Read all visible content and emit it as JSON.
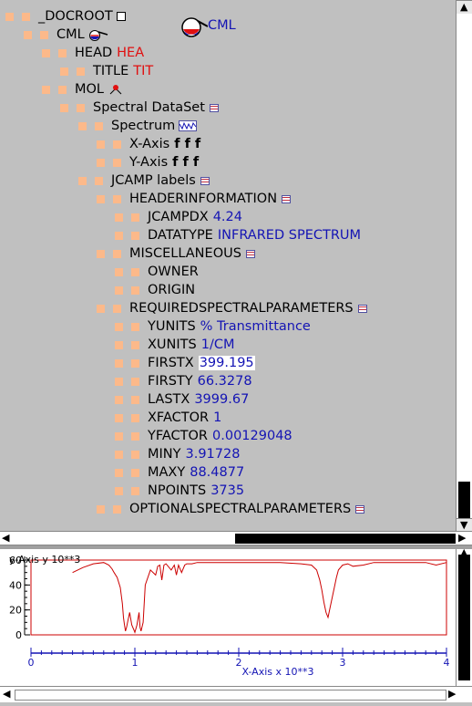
{
  "tree": {
    "rows": [
      {
        "depth": 0,
        "label": "_DOCROOT",
        "icon": "empty-square-icon"
      },
      {
        "depth": 1,
        "label": "CML",
        "icon": "flask-icon"
      },
      {
        "depth": 2,
        "label": "HEAD",
        "value": "HEA",
        "value_style": "red"
      },
      {
        "depth": 3,
        "label": "TITLE",
        "value": "TIT",
        "value_style": "red"
      },
      {
        "depth": 2,
        "label": "MOL",
        "icon": "molecule-icon"
      },
      {
        "depth": 3,
        "label": "Spectral DataSet",
        "icon": "list-icon"
      },
      {
        "depth": 4,
        "label": "Spectrum",
        "icon": "spectrum-icon"
      },
      {
        "depth": 5,
        "label": "X-Axis",
        "value": "f f f",
        "value_style": "bold"
      },
      {
        "depth": 5,
        "label": "Y-Axis",
        "value": "f f f",
        "value_style": "bold"
      },
      {
        "depth": 4,
        "label": "JCAMP labels",
        "icon": "list-icon"
      },
      {
        "depth": 5,
        "label": "HEADERINFORMATION",
        "icon": "list-icon"
      },
      {
        "depth": 6,
        "label": "JCAMPDX",
        "value": "4.24",
        "value_style": "blue"
      },
      {
        "depth": 6,
        "label": "DATATYPE",
        "value": "INFRARED SPECTRUM",
        "value_style": "blue"
      },
      {
        "depth": 5,
        "label": "MISCELLANEOUS",
        "icon": "list-icon"
      },
      {
        "depth": 6,
        "label": "OWNER"
      },
      {
        "depth": 6,
        "label": "ORIGIN"
      },
      {
        "depth": 5,
        "label": "REQUIREDSPECTRALPARAMETERS",
        "icon": "list-icon"
      },
      {
        "depth": 6,
        "label": "YUNITS",
        "value": "% Transmittance",
        "value_style": "blue"
      },
      {
        "depth": 6,
        "label": "XUNITS",
        "value": "1/CM",
        "value_style": "blue"
      },
      {
        "depth": 6,
        "label": "FIRSTX",
        "value": "399.195",
        "value_style": "blue-box"
      },
      {
        "depth": 6,
        "label": "FIRSTY",
        "value": "66.3278",
        "value_style": "blue"
      },
      {
        "depth": 6,
        "label": "LASTX",
        "value": "3999.67",
        "value_style": "blue"
      },
      {
        "depth": 6,
        "label": "XFACTOR",
        "value": "1",
        "value_style": "blue"
      },
      {
        "depth": 6,
        "label": "YFACTOR",
        "value": "0.00129048",
        "value_style": "blue"
      },
      {
        "depth": 6,
        "label": "MINY",
        "value": "3.91728",
        "value_style": "blue"
      },
      {
        "depth": 6,
        "label": "MAXY",
        "value": "88.4877",
        "value_style": "blue"
      },
      {
        "depth": 6,
        "label": "NPOINTS",
        "value": "3735",
        "value_style": "blue"
      },
      {
        "depth": 5,
        "label": "OPTIONALSPECTRALPARAMETERS",
        "icon": "list-icon"
      }
    ]
  },
  "cml_badge": {
    "label": "CML",
    "icon": "cml-flask-icon"
  },
  "colors": {
    "background": "#c0c0c0",
    "toggle": "#fcb98a",
    "value_red": "#e01010",
    "value_blue": "#1414b4",
    "spectrum_line": "#cc0000",
    "axis_blue": "#1414b4"
  },
  "chart_data": {
    "type": "line",
    "ylabel": "y-Axis y 10**3",
    "xlabel": "X-Axis x 10**3",
    "xlim": [
      0,
      4
    ],
    "ylim": [
      0,
      60
    ],
    "y_ticks": [
      "0",
      "20",
      "40",
      "60"
    ],
    "x_ticks": [
      "0",
      "1",
      "2",
      "3",
      "4"
    ],
    "grid": false,
    "series": [
      {
        "x": [
          0.4,
          0.5,
          0.6,
          0.7,
          0.75,
          0.78,
          0.8,
          0.83,
          0.86,
          0.88,
          0.89,
          0.9,
          0.91,
          0.92,
          0.93,
          0.95,
          0.97,
          0.99,
          1.0,
          1.02,
          1.04,
          1.05,
          1.06,
          1.08,
          1.1,
          1.15,
          1.2,
          1.22,
          1.24,
          1.26,
          1.28,
          1.3,
          1.35,
          1.38,
          1.4,
          1.42,
          1.45,
          1.48,
          1.5,
          1.55,
          1.6,
          1.7,
          1.8,
          1.9,
          2.0,
          2.2,
          2.4,
          2.6,
          2.7,
          2.75,
          2.78,
          2.8,
          2.82,
          2.84,
          2.86,
          2.88,
          2.9,
          2.92,
          2.94,
          2.96,
          3.0,
          3.05,
          3.1,
          3.2,
          3.3,
          3.4,
          3.5,
          3.6,
          3.7,
          3.8,
          3.9,
          4.0
        ],
        "y": [
          50,
          54,
          57,
          58,
          56,
          53,
          50,
          46,
          38,
          25,
          14,
          8,
          3,
          6,
          10,
          18,
          8,
          4,
          2,
          8,
          18,
          6,
          3,
          10,
          40,
          52,
          48,
          55,
          56,
          44,
          56,
          57,
          52,
          56,
          48,
          56,
          50,
          56,
          57,
          57,
          58,
          58,
          58,
          58,
          58,
          58,
          58,
          57,
          56,
          52,
          44,
          36,
          26,
          18,
          14,
          22,
          30,
          38,
          46,
          52,
          56,
          57,
          55,
          56,
          58,
          58,
          58,
          58,
          58,
          58,
          56,
          58
        ]
      }
    ]
  }
}
